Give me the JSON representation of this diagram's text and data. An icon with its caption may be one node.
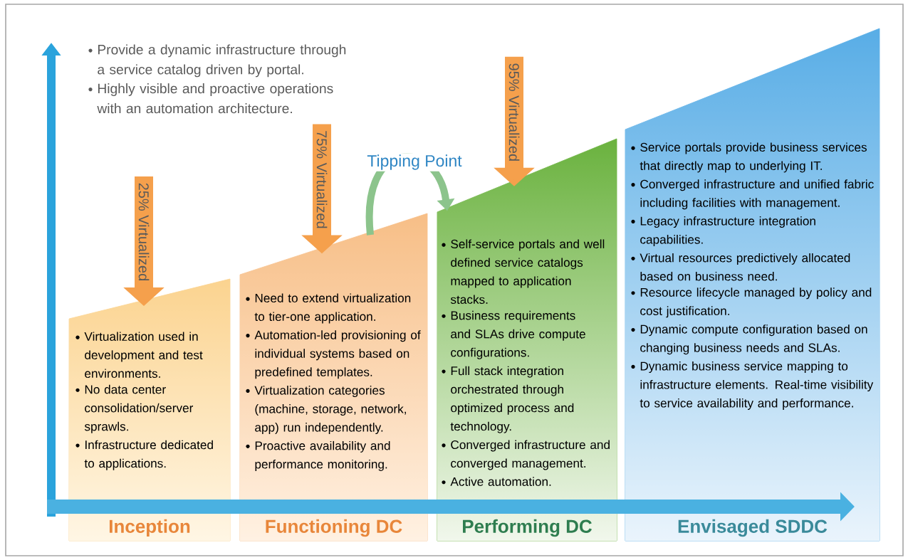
{
  "diagram": {
    "nodes": [
      {
        "text": [
          "Virtualization used in development and test environments.",
          "No data center consolidation/server sprawls.",
          "Infrastructure dedicated to applications.",
          "Inception"
        ]
      },
      {
        "text": [
          "Need to extend virtualization to tier-one application.",
          "Automation-led provisioning of individual systems based on predefined templates.",
          "Virtualization categories (machine, storage, network, app) run independently.",
          "Proactive availability and performance monitoring.",
          "Functioning DC"
        ]
      },
      {
        "text": [
          "Self-service portals and well defined service catalogs mapped to application stacks.",
          "Business requirements and SLAs drive  compute configurations.",
          "Full stack integration orchestrated through optimized process and technology.",
          "Converged infrastructure and converged management.",
          "Active automation.",
          "Performing DC"
        ]
      },
      {
        "text": [
          "Service portals provide business services that directly map to underlying IT.",
          "Converged infrastructure and unified fabric including facilities with management.",
          "Legacy infrastructure integration capabilities.",
          "Virtual resources predictively allocated based on business need.",
          "Resource lifecycle managed by policy and cost justification.",
          "Dynamic compute configuration based on changing business needs and SLAs.",
          "Dynamic business service mapping to infrastructure elements. Real-time visibility to service availability and performance.",
          "Envisaged SDDC"
        ]
      }
    ],
    "edges": [
      {
        "from": null,
        "to": 0,
        "arrow": "to",
        "label": "25% Virtualized"
      },
      {
        "from": null,
        "to": 1,
        "arrow": "to",
        "label": "75% Virtualized"
      },
      {
        "from": null,
        "to": 2,
        "arrow": "to",
        "label": "95% Virtualized"
      },
      {
        "from": 1,
        "to": 2,
        "arrow": "to",
        "label": "Tipping Point",
        "color": "#8cc48c"
      }
    ],
    "labels": [
      "Provide a dynamic infrastructure through a service catalog driven by portal.",
      "Highly visible and proactive operations with an automation architecture."
    ]
  }
}
